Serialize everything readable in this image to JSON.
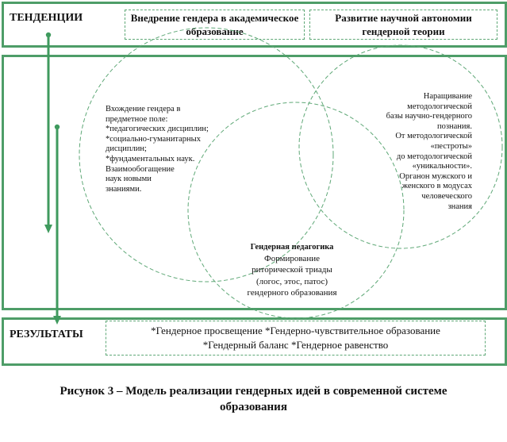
{
  "header": {
    "label": "ТЕНДЕНЦИИ",
    "box1": "Внедрение гендера в академическое образование",
    "box2": "Развитие научной автономии гендерной теории"
  },
  "venn": {
    "left": "Вхождение гендера в\nпредметное поле:\n*педагогических дисциплин;\n*социально-гуманитарных\nдисциплин;\n*фундаментальных наук.\nВзаимообогащение\nнаук новыми\nзнаниями.",
    "right": "Наращивание\nметодологической\nбазы научно-гендерного\nпознания.\nОт методологической\n«пестроты»\nдо методологической\n«уникальности».\nОрганон  мужского и\nженского в модусах\nчеловеческого\nзнания",
    "bottom_title": "Гендерная педагогика",
    "bottom_text": "Формирование\nриторической триады\n(логос, этос, патос)\nгендерного образования"
  },
  "results": {
    "label": "РЕЗУЛЬТАТЫ",
    "text": "*Гендерное просвещение *Гендерно-чувствительное образование\n*Гендерный баланс *Гендерное равенство"
  },
  "caption": "Рисунок 3 – Модель реализации гендерных идей в современной системе\nобразования",
  "colors": {
    "frame": "#4e9d68",
    "line": "#3f9a5e"
  }
}
